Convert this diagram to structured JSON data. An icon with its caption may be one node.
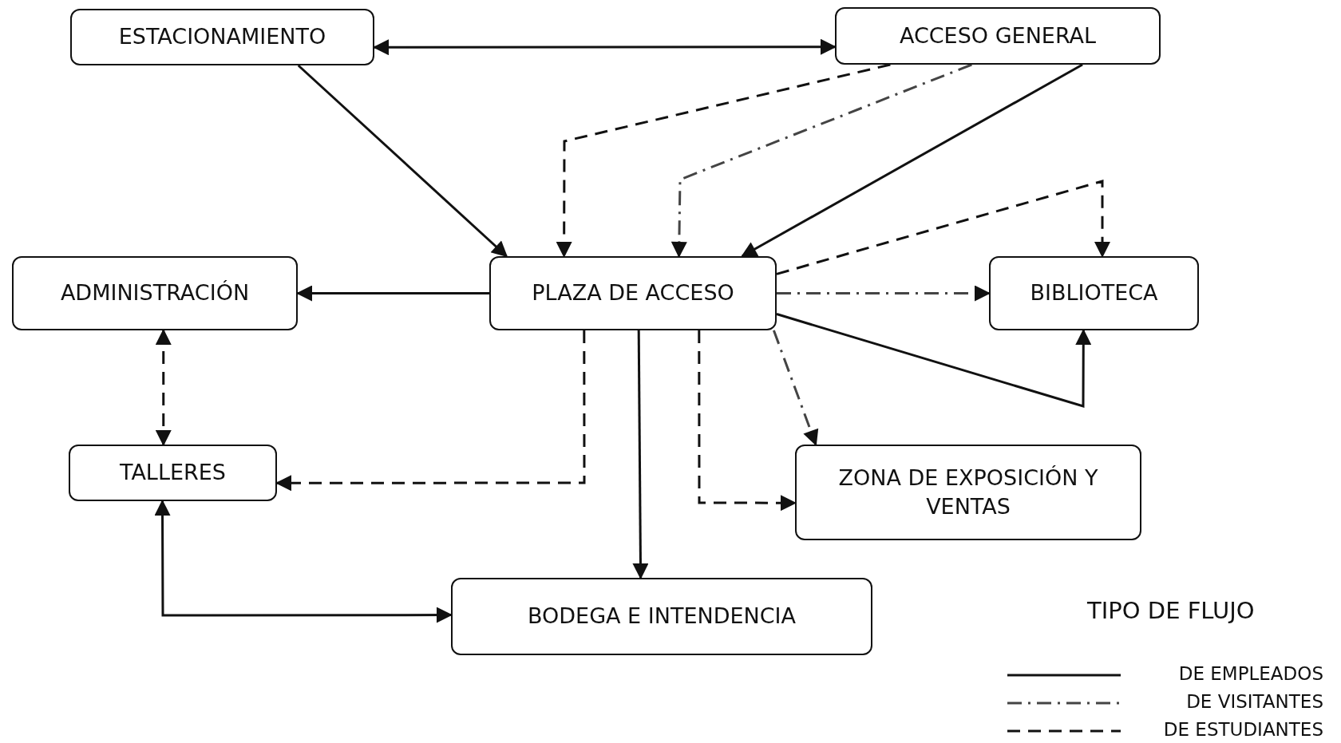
{
  "diagram": {
    "nodes": [
      {
        "text": [
          "ESTACIONAMIENTO"
        ]
      },
      {
        "text": [
          "ACCESO GENERAL"
        ]
      },
      {
        "text": [
          "ADMINISTRACIÓN"
        ]
      },
      {
        "text": [
          "PLAZA DE ACCESO"
        ]
      },
      {
        "text": [
          "BIBLIOTECA"
        ]
      },
      {
        "text": [
          "TALLERES"
        ]
      },
      {
        "text": [
          "ZONA DE EXPOSICIÓN Y VENTAS"
        ]
      },
      {
        "text": [
          "BODEGA  E INTENDENCIA"
        ]
      }
    ],
    "edges": [
      {
        "from": 0,
        "to": 1,
        "arrow": "both"
      },
      {
        "from": 0,
        "to": 3,
        "arrow": "to"
      },
      {
        "from": 1,
        "to": 3,
        "arrow": "to",
        "style": "dashed"
      },
      {
        "from": 1,
        "to": 3,
        "arrow": "to",
        "style": "dashed",
        "color": "#444444"
      },
      {
        "from": 1,
        "to": 3,
        "arrow": "to"
      },
      {
        "from": 3,
        "to": 2,
        "arrow": "to"
      },
      {
        "from": 3,
        "to": 4,
        "arrow": "to",
        "style": "dashed"
      },
      {
        "from": 3,
        "to": 4,
        "arrow": "to",
        "style": "dashed",
        "color": "#444444"
      },
      {
        "from": 3,
        "to": 4,
        "arrow": "to"
      },
      {
        "from": 2,
        "to": 5,
        "arrow": "both",
        "style": "dashed"
      },
      {
        "from": 3,
        "to": 5,
        "arrow": "to",
        "style": "dashed"
      },
      {
        "from": 3,
        "to": 7,
        "arrow": "to"
      },
      {
        "from": 3,
        "to": 6,
        "arrow": "to",
        "style": "dashed",
        "color": "#444444"
      },
      {
        "from": 3,
        "to": 6,
        "arrow": "to",
        "style": "dashed"
      },
      {
        "from": 5,
        "to": 7,
        "arrow": "both"
      }
    ],
    "labels": [
      "TIPO DE FLUJO"
    ],
    "legend": [
      {
        "text": "DE EMPLEADOS"
      },
      {
        "text": "DE VISITANTES"
      },
      {
        "text": "DE ESTUDIANTES"
      }
    ]
  }
}
